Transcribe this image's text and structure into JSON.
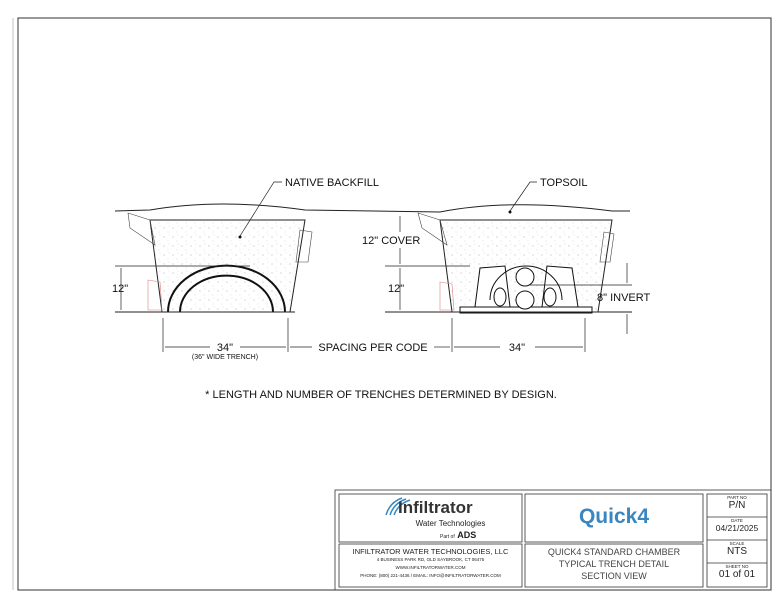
{
  "drawing": {
    "labels": {
      "native_backfill": "NATIVE BACKFILL",
      "topsoil": "TOPSOIL",
      "cover": "12\" COVER",
      "left_height": "12\"",
      "right_height": "12\"",
      "invert": "8\" INVERT",
      "left_width": "34\"",
      "left_width_note": "(36\" WIDE TRENCH)",
      "spacing": "SPACING PER CODE",
      "right_width": "34\""
    },
    "footnote": "* LENGTH AND NUMBER OF TRENCHES DETERMINED BY DESIGN."
  },
  "title_block": {
    "logo": {
      "brand": "Infiltrator",
      "sub": "Water Technologies",
      "part_of": "Part of",
      "parent": "ADS"
    },
    "company": {
      "name": "INFILTRATOR WATER TECHNOLOGIES, LLC",
      "address": "4 BUSINESS PARK RD, OLD SAYBROOK, CT 06475",
      "web": "WWW.INFILTRATORWATER.COM",
      "contact": "PHONE: (800) 221-4436 / EMAIL: INFO@INFILTRATORWATER.COM"
    },
    "product": "Quick4",
    "product_color": "#3a86c0",
    "title_lines": [
      "QUICK4 STANDARD CHAMBER",
      "TYPICAL TRENCH DETAIL",
      "SECTION VIEW"
    ],
    "fields": [
      {
        "label": "PART NO",
        "value": "P/N"
      },
      {
        "label": "DATE",
        "value": "04/21/2025"
      },
      {
        "label": "SCALE",
        "value": "NTS"
      },
      {
        "label": "SHEET NO",
        "value": "01 of 01"
      }
    ]
  }
}
